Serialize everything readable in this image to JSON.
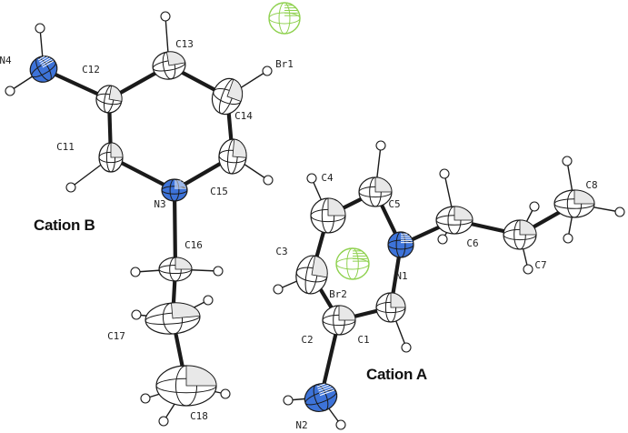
{
  "captions": {
    "cation_b": "Cation B",
    "cation_a": "Cation A"
  },
  "colors": {
    "nitrogen": "#3d73d9",
    "bromine": "#8fd14f",
    "bond": "#1a1a1a",
    "carbon_fill": "#ffffff"
  },
  "atoms": [
    {
      "id": "N4",
      "element": "N",
      "label": "N4"
    },
    {
      "id": "C12",
      "element": "C",
      "label": "C12"
    },
    {
      "id": "C13",
      "element": "C",
      "label": "C13"
    },
    {
      "id": "C14",
      "element": "C",
      "label": "C14"
    },
    {
      "id": "C15",
      "element": "C",
      "label": "C15"
    },
    {
      "id": "N3",
      "element": "N",
      "label": "N3"
    },
    {
      "id": "C11",
      "element": "C",
      "label": "C11"
    },
    {
      "id": "C16",
      "element": "C",
      "label": "C16"
    },
    {
      "id": "C17",
      "element": "C",
      "label": "C17"
    },
    {
      "id": "C18",
      "element": "C",
      "label": "C18"
    },
    {
      "id": "Br1",
      "element": "Br",
      "label": "Br1"
    },
    {
      "id": "Br2",
      "element": "Br",
      "label": "Br2"
    },
    {
      "id": "N1",
      "element": "N",
      "label": "N1"
    },
    {
      "id": "C1",
      "element": "C",
      "label": "C1"
    },
    {
      "id": "C2",
      "element": "C",
      "label": "C2"
    },
    {
      "id": "C3",
      "element": "C",
      "label": "C3"
    },
    {
      "id": "C4",
      "element": "C",
      "label": "C4"
    },
    {
      "id": "C5",
      "element": "C",
      "label": "C5"
    },
    {
      "id": "N2",
      "element": "N",
      "label": "N2"
    },
    {
      "id": "C6",
      "element": "C",
      "label": "C6"
    },
    {
      "id": "C7",
      "element": "C",
      "label": "C7"
    },
    {
      "id": "C8",
      "element": "C",
      "label": "C8"
    }
  ],
  "bonds": [
    [
      "N4",
      "C12"
    ],
    [
      "C12",
      "C13"
    ],
    [
      "C13",
      "C14"
    ],
    [
      "C14",
      "C15"
    ],
    [
      "C15",
      "N3"
    ],
    [
      "N3",
      "C11"
    ],
    [
      "C11",
      "C12"
    ],
    [
      "N3",
      "C16"
    ],
    [
      "C16",
      "C17"
    ],
    [
      "C17",
      "C18"
    ],
    [
      "N1",
      "C1"
    ],
    [
      "C1",
      "C2"
    ],
    [
      "C2",
      "C3"
    ],
    [
      "C3",
      "C4"
    ],
    [
      "C4",
      "C5"
    ],
    [
      "C5",
      "N1"
    ],
    [
      "C2",
      "N2"
    ],
    [
      "N1",
      "C6"
    ],
    [
      "C6",
      "C7"
    ],
    [
      "C7",
      "C8"
    ]
  ]
}
